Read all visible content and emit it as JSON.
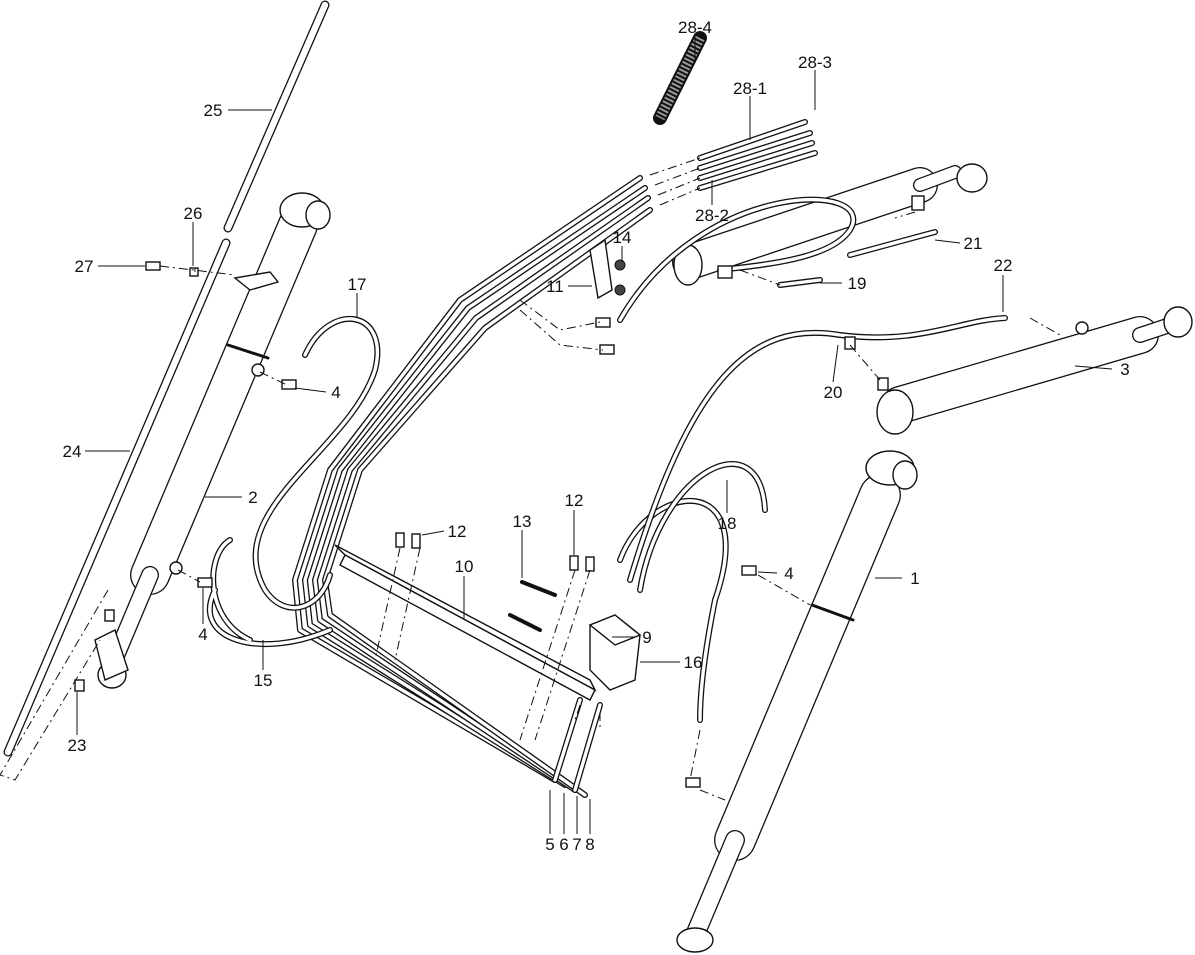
{
  "diagram": {
    "title": "Hydraulic cylinder and hose assembly exploded view",
    "labels": {
      "p28_4": "28-4",
      "p28_3": "28-3",
      "p28_1": "28-1",
      "p28_2": "28-2",
      "p25": "25",
      "p26": "26",
      "p27": "27",
      "p24": "24",
      "p2": "2",
      "p14": "14",
      "p11": "11",
      "p21": "21",
      "p22": "22",
      "p19": "19",
      "p17": "17",
      "p4a": "4",
      "p4b": "4",
      "p4c": "4",
      "p20": "20",
      "p3": "3",
      "p18": "18",
      "p12a": "12",
      "p12b": "12",
      "p13": "13",
      "p10": "10",
      "p1": "1",
      "p9": "9",
      "p16": "16",
      "p15": "15",
      "p23": "23",
      "p5": "5",
      "p6": "6",
      "p7": "7",
      "p8": "8"
    }
  }
}
